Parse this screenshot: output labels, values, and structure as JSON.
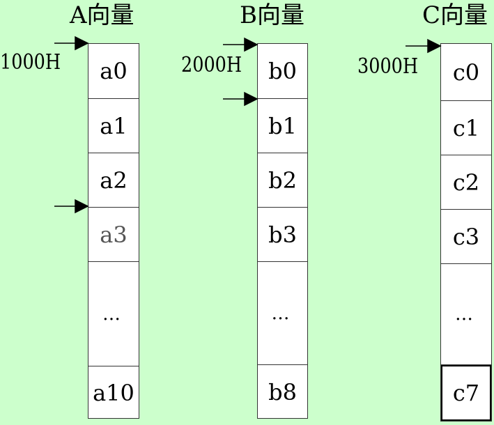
{
  "vectors": [
    {
      "title": "A向量",
      "address": "1000H",
      "cells": [
        "a0",
        "a1",
        "a2",
        "a3",
        "…",
        "a10"
      ]
    },
    {
      "title": "B向量",
      "address": "2000H",
      "cells": [
        "b0",
        "b1",
        "b2",
        "b3",
        "…",
        "b8"
      ]
    },
    {
      "title": "C向量",
      "address": "3000H",
      "cells": [
        "c0",
        "c1",
        "c2",
        "c3",
        "…",
        "c7"
      ]
    }
  ],
  "colors": {
    "background": "#ccffcc",
    "cell_fill": "#ffffff",
    "border": "#333333"
  }
}
